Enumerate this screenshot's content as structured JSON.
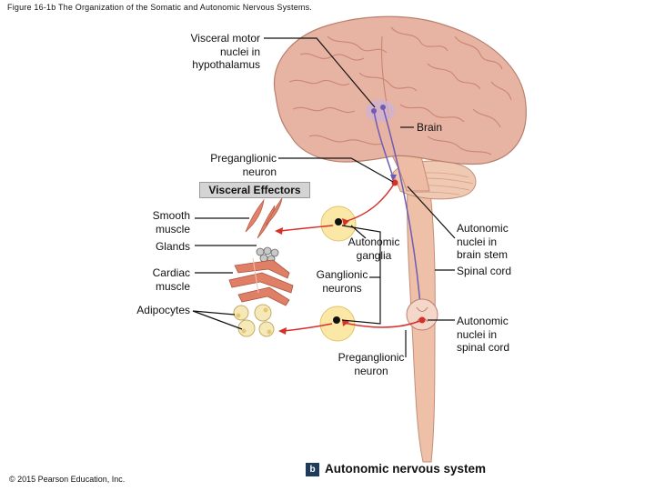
{
  "figure_title": "Figure 16-1b The Organization of the Somatic and Autonomic Nervous Systems.",
  "labels": {
    "visceral_motor": [
      "Visceral motor",
      "nuclei in",
      "hypothalamus"
    ],
    "brain": "Brain",
    "preganglionic_top": [
      "Preganglionic",
      "neuron"
    ],
    "visceral_effectors": "Visceral Effectors",
    "smooth_muscle": [
      "Smooth",
      "muscle"
    ],
    "glands": "Glands",
    "cardiac_muscle": [
      "Cardiac",
      "muscle"
    ],
    "adipocytes": "Adipocytes",
    "autonomic_ganglia": [
      "Autonomic",
      "ganglia"
    ],
    "ganglionic_neurons": [
      "Ganglionic",
      "neurons"
    ],
    "preganglionic_bottom": [
      "Preganglionic",
      "neuron"
    ],
    "autonomic_brain_stem": [
      "Autonomic",
      "nuclei in",
      "brain stem"
    ],
    "spinal_cord": "Spinal cord",
    "autonomic_spinal_cord": [
      "Autonomic",
      "nuclei in",
      "spinal cord"
    ]
  },
  "panel_letter": "b",
  "panel_title": "Autonomic nervous system",
  "copyright": "© 2015 Pearson Education, Inc.",
  "colors": {
    "brain": "#e7b3a2",
    "brain_fold": "#c98672",
    "spinal_cord": "#eec0a8",
    "cerebellum": "#f0c9b3",
    "ganglion": "#fbe8a6",
    "neuron_red": "#d6302b",
    "neuron_purple": "#6e5bb5",
    "leader": "#111111",
    "label_box": "#d4d4d4"
  }
}
